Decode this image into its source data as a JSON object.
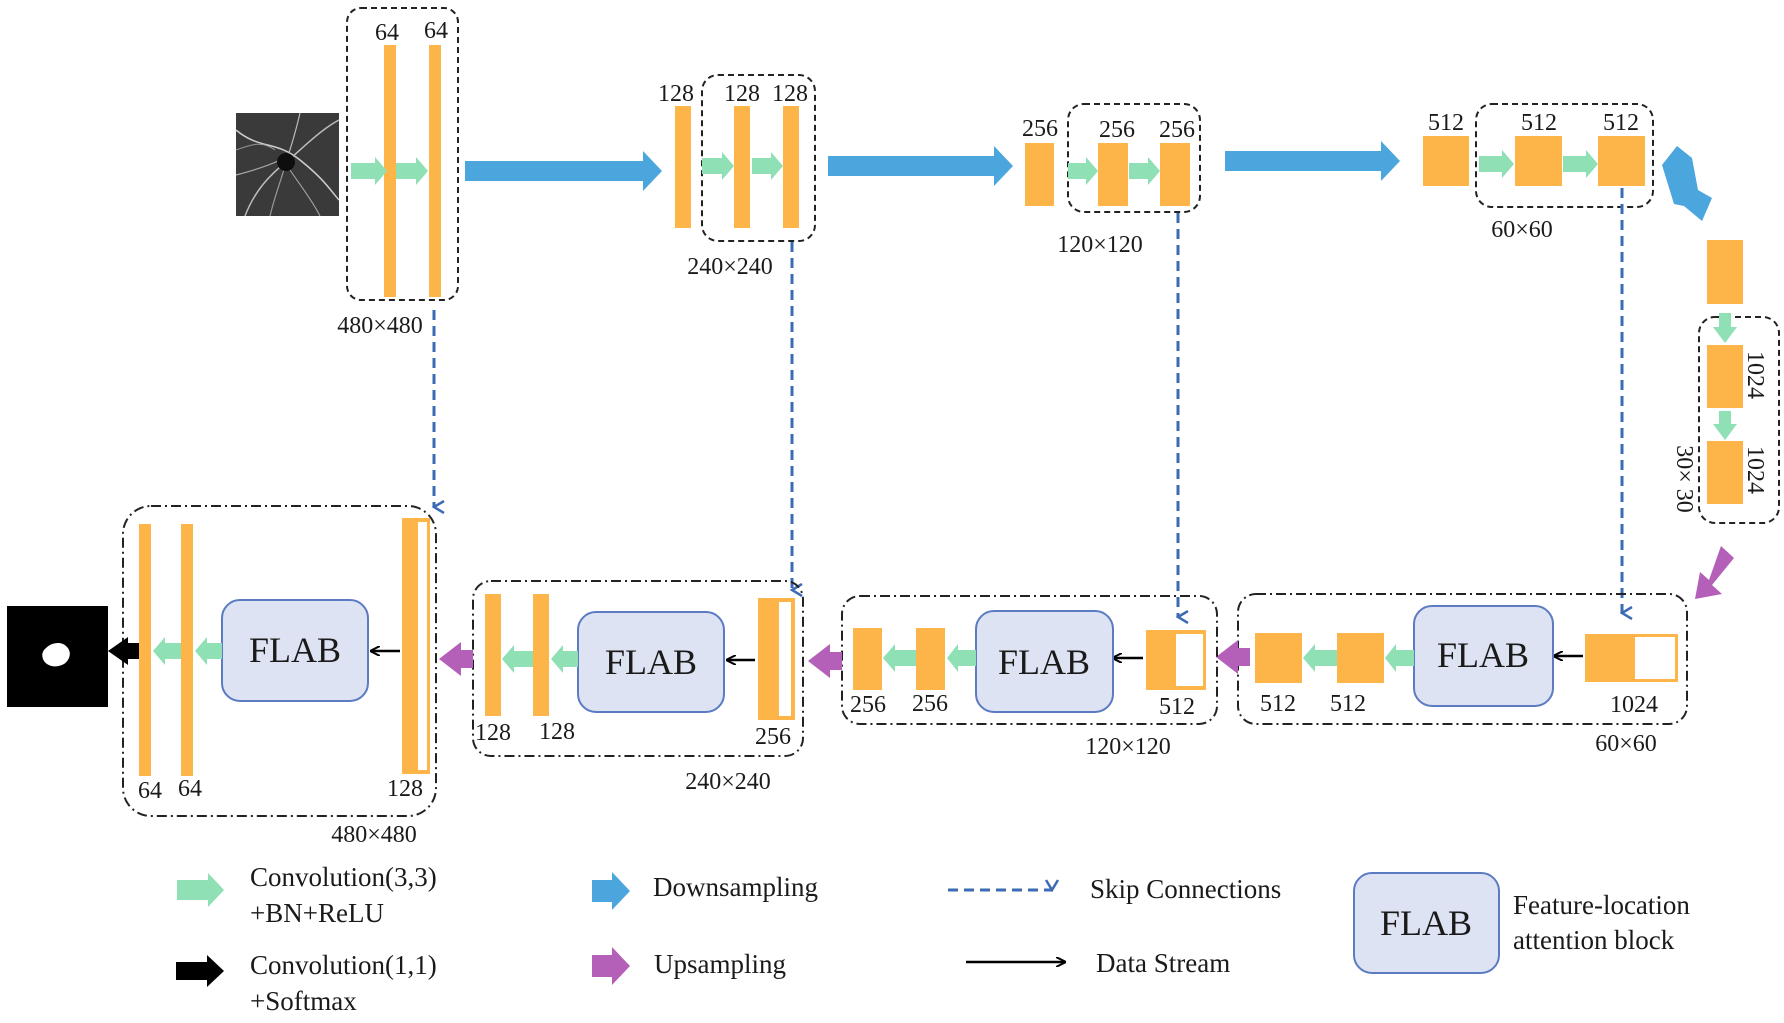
{
  "diagram": {
    "encoder": {
      "stage1": {
        "channels": [
          "64",
          "64"
        ],
        "size": "480×480"
      },
      "stage2": {
        "channels": [
          "128",
          "128",
          "128"
        ],
        "size": "240×240"
      },
      "stage3": {
        "channels": [
          "256",
          "256",
          "256"
        ],
        "size": "120×120"
      },
      "stage4": {
        "channels": [
          "512",
          "512",
          "512"
        ],
        "size": "60×60"
      },
      "bottleneck": {
        "channels": [
          "1024",
          "1024"
        ],
        "size": "30× 30"
      }
    },
    "decoder": {
      "stage4": {
        "channels": [
          "512",
          "512",
          "1024"
        ],
        "block": "FLAB",
        "size": "60×60"
      },
      "stage3": {
        "channels": [
          "256",
          "256",
          "512"
        ],
        "block": "FLAB",
        "size": "120×120"
      },
      "stage2": {
        "channels": [
          "128",
          "128",
          "256"
        ],
        "block": "FLAB",
        "size": "240×240"
      },
      "stage1": {
        "channels": [
          "64",
          "64",
          "128"
        ],
        "block": "FLAB",
        "size": "480×480"
      }
    }
  },
  "legend": {
    "conv33": [
      "Convolution(3,3)",
      "+BN+ReLU"
    ],
    "conv11": [
      "Convolution(1,1)",
      "+Softmax"
    ],
    "down": "Downsampling",
    "up": "Upsampling",
    "skip": "Skip Connections",
    "stream": "Data Stream",
    "flab": "FLAB",
    "flab_desc": [
      "Feature-location",
      "attention block"
    ]
  },
  "colors": {
    "feature_map": "#FDB54A",
    "conv_arrow": "#8FE0B4",
    "downsampling": "#4BA6DE",
    "upsampling": "#B45FB8",
    "skip": "#3C6BB5",
    "flab_fill": "#DDE3F3",
    "flab_stroke": "#5B7BC2"
  }
}
